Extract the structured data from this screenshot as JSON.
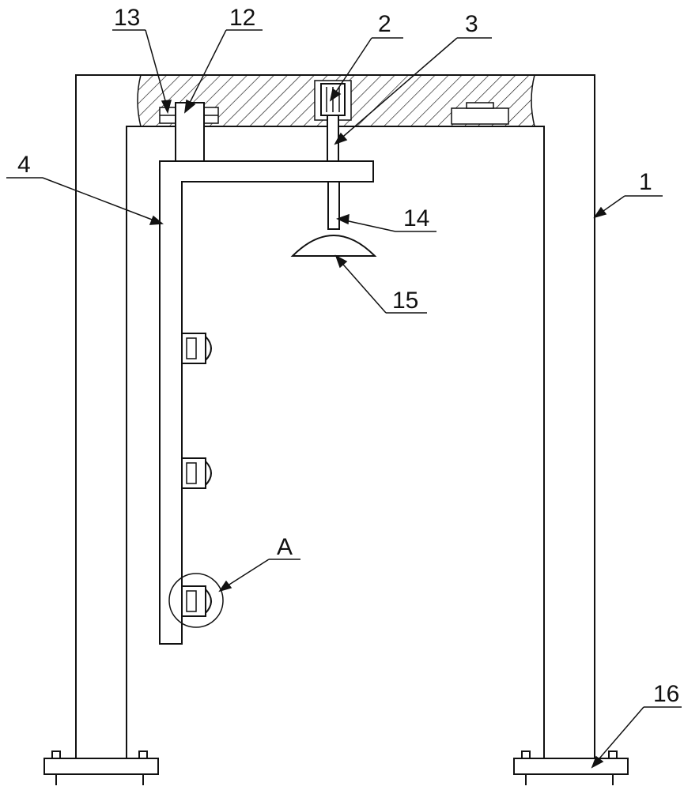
{
  "labels": {
    "l13": "13",
    "l12": "12",
    "l2": "2",
    "l3": "3",
    "l4": "4",
    "l1": "1",
    "l14": "14",
    "l15": "15",
    "lA": "A",
    "l16": "16"
  },
  "colors": {
    "line": "#111111",
    "background": "#ffffff"
  }
}
